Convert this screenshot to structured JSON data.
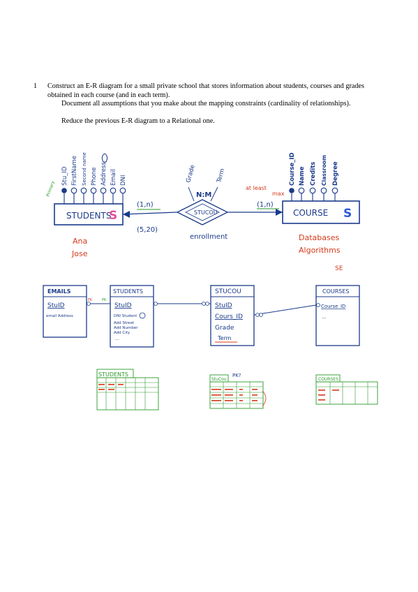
{
  "question": {
    "number": "1",
    "line1": "Construct an E-R diagram for a small private school that stores information about students, courses and grades obtained in each course (and in each term).",
    "line2": "Document all assumptions that you make about the mapping constraints (cardinality of relationships).",
    "line3": "Reduce the previous E-R diagram to a Relational one."
  },
  "er": {
    "students_entity": "STUDENTS",
    "course_entity": "COURSE",
    "relationship": "STUCOU",
    "cardinality_type": "N:M",
    "relationship_caption": "enrollment",
    "student_attributes": [
      "Stu_ID",
      "FirstName",
      "Second name",
      "Phone",
      "Address",
      "Email",
      "DNI"
    ],
    "course_attributes": [
      "Course_ID",
      "Name",
      "Credits",
      "Classroom",
      "Degree"
    ],
    "relationship_attributes": [
      "Grade",
      "Term"
    ],
    "card_students_top": "(1,n)",
    "card_students_bottom": "(5,20)",
    "card_course": "(1,n)",
    "note_at_least": "at least",
    "note_max": "max",
    "student_examples": [
      "Ana",
      "Jose"
    ],
    "course_examples": [
      "Databases",
      "Algorithms"
    ],
    "course_example_more": "SE"
  },
  "relational": {
    "emails": {
      "title": "EMAILS",
      "fields": [
        "StuID",
        "email Address"
      ]
    },
    "students": {
      "title": "STUDENTS",
      "fields": [
        "StuID",
        "DNI Student",
        "Add Street",
        "Add Number",
        "Add City",
        "..."
      ]
    },
    "stucou": {
      "title": "STUCOU",
      "fields": [
        "StuID",
        "Cours_ID",
        "Grade",
        "Term"
      ]
    },
    "courses": {
      "title": "COURSES",
      "fields": [
        "Course_ID",
        "..."
      ]
    },
    "fk_labels": [
      "FK",
      "PK"
    ]
  },
  "tables": {
    "students_table": "STUDENTS",
    "stucou_table": "StuCou",
    "pk_question": "PK?",
    "courses_table": "COURSES"
  }
}
